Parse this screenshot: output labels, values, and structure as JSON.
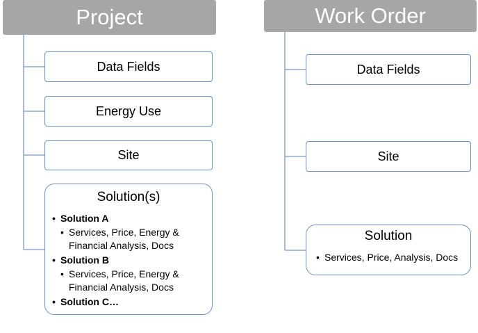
{
  "project": {
    "title": "Project",
    "boxes": [
      "Data Fields",
      "Energy Use",
      "Site"
    ],
    "solutions": {
      "title": "Solution(s)",
      "items": [
        {
          "name": "Solution A",
          "detail_line1": "Services, Price, Energy &",
          "detail_line2": "Financial Analysis, Docs"
        },
        {
          "name": "Solution B",
          "detail_line1": "Services, Price, Energy &",
          "detail_line2": "Financial Analysis, Docs"
        },
        {
          "name": "Solution C…"
        }
      ]
    }
  },
  "work_order": {
    "title": "Work Order",
    "boxes": [
      "Data Fields",
      "Site"
    ],
    "solution": {
      "title": "Solution",
      "detail": "Services, Price, Analysis, Docs"
    }
  },
  "colors": {
    "header_bg": "#a6a6a6",
    "box_border": "#6f8fc0",
    "connector": "#8ea6cc"
  }
}
